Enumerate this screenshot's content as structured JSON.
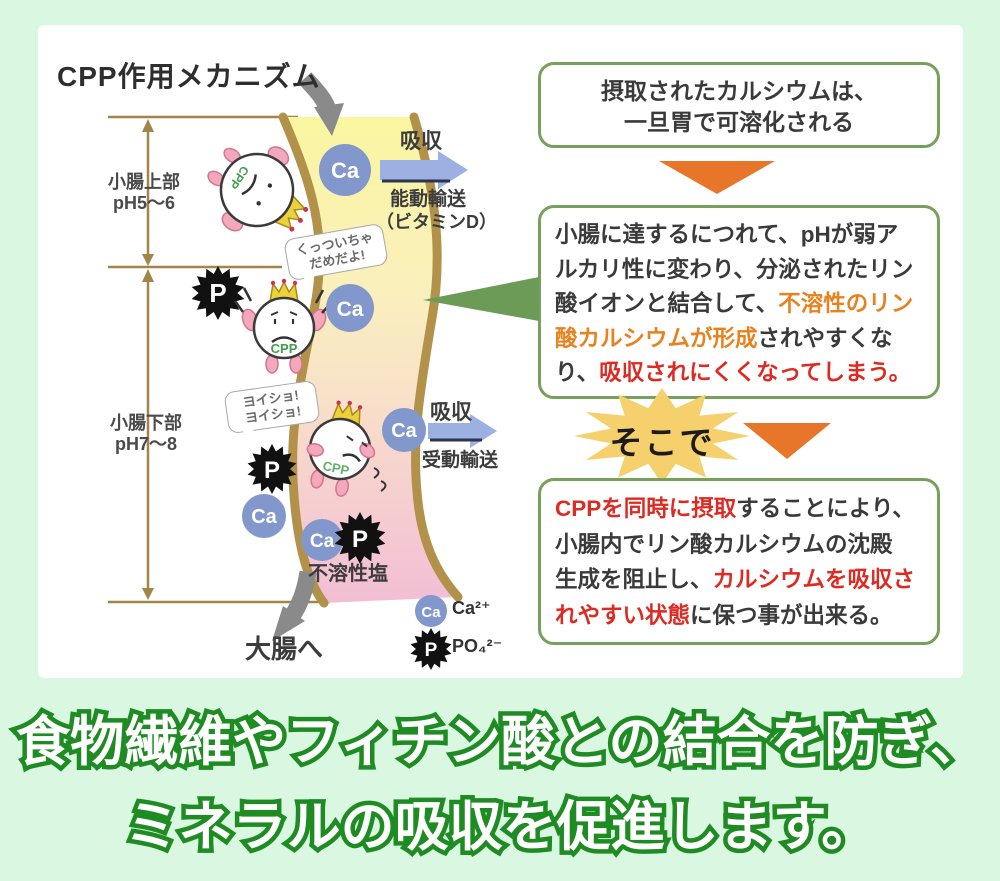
{
  "colors": {
    "page_bg": "#d9f7e1",
    "panel_bg": "#ffffff",
    "green_border": "#76a05c",
    "green_arrow": "#6c9a57",
    "orange_arrow": "#e8762a",
    "orange_text": "#e8821e",
    "red_text": "#dd2a22",
    "banner_green": "#1e8c22",
    "ca_blue": "#8297cb",
    "p_black": "#111111",
    "tube_border": "#b2924a",
    "tube_yellow": "#faf6a0",
    "tube_pink": "#f2bed4",
    "starburst_yellow": "#f5d06d",
    "gray_arrow": "#8a8a8a",
    "blue_arrow": "#9db0e2"
  },
  "diagram": {
    "title": "CPP作用メカニズム",
    "upper_label": "小腸上部\npH5〜6",
    "lower_label": "小腸下部\npH7〜8",
    "absorb_top": "吸収",
    "active_transport": "能動輸送",
    "vitamin_d": "（ビタミンD）",
    "bubble_top": "くっついちゃ\nだめだよ!",
    "bubble_bottom": "ヨイショ!\nヨイショ!",
    "absorb_bottom": "吸収",
    "passive_transport": "受動輸送",
    "insoluble_salt": "不溶性塩",
    "to_colon": "大腸へ",
    "cpp_label": "CPP",
    "ca_symbol": "Ca",
    "p_symbol": "P",
    "legend_ca": "Ca²⁺",
    "legend_p": "PO₄²⁻"
  },
  "flow": {
    "box1_text": "摂取されたカルシウムは、\n一旦胃で可溶化される",
    "box2_lines": [
      [
        {
          "t": "小腸に達するにつれて、pHが弱ア",
          "c": "k"
        }
      ],
      [
        {
          "t": "ルカリ性に変わり、分泌されたリン",
          "c": "k"
        }
      ],
      [
        {
          "t": "酸イオンと結合して、",
          "c": "k"
        },
        {
          "t": "不溶性のリン",
          "c": "o"
        }
      ],
      [
        {
          "t": "酸カルシウムが形成",
          "c": "o"
        },
        {
          "t": "されやすくな",
          "c": "k"
        }
      ],
      [
        {
          "t": "り、",
          "c": "k"
        },
        {
          "t": "吸収されにくくなってしまう。",
          "c": "r"
        }
      ]
    ],
    "sokode": "そこで",
    "box3_lines": [
      [
        {
          "t": "CPPを同時に摂取",
          "c": "r"
        },
        {
          "t": "することにより、",
          "c": "k"
        }
      ],
      [
        {
          "t": "小腸内でリン酸カルシウムの沈殿",
          "c": "k"
        }
      ],
      [
        {
          "t": "生成を阻止し、",
          "c": "k"
        },
        {
          "t": "カルシウムを吸収さ",
          "c": "r"
        }
      ],
      [
        {
          "t": "れやすい状態",
          "c": "r"
        },
        {
          "t": "に保つ事が出来る。",
          "c": "k"
        }
      ]
    ]
  },
  "banner": {
    "line1": "食物繊維やフィチン酸との結合を防ぎ、",
    "line2": "ミネラルの吸収を促進します。"
  }
}
